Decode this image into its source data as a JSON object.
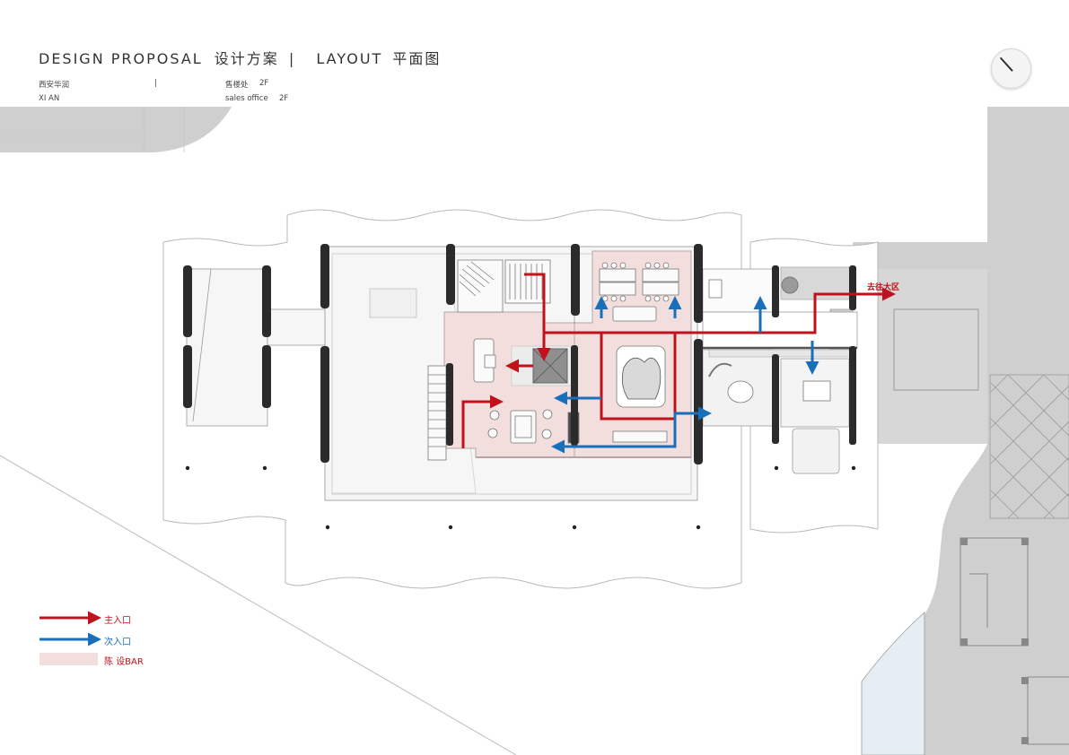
{
  "header": {
    "title_en": "DESIGN PROPOSAL",
    "title_cn": "设计方案",
    "separator": "|",
    "subtitle_en": "LAYOUT",
    "subtitle_cn": "平面图",
    "project_cn": "西安华润",
    "project_en": "XI AN",
    "meta_sep": "|",
    "building_cn": "售楼处",
    "floor": "2F",
    "building_en": "sales office"
  },
  "plan": {
    "exit_label": "去往大区"
  },
  "legend": {
    "main_entrance": "主入口",
    "secondary_entrance": "次入口",
    "bar_zone": "陈 设BAR"
  },
  "colors": {
    "main_route": "#c0121c",
    "secondary_route": "#1a6fba",
    "bar_zone": "#f3dede",
    "site": "#cfcfcf"
  }
}
